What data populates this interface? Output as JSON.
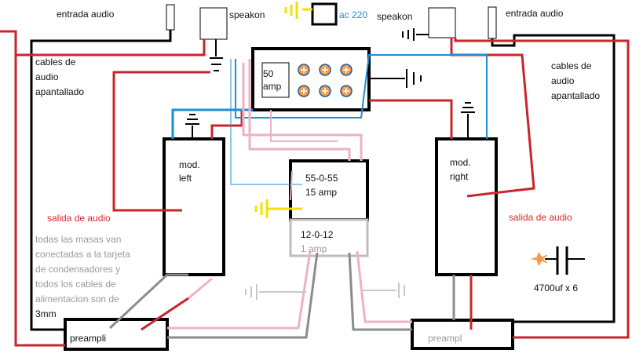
{
  "labels": {
    "entrada_left": "entrada audio",
    "entrada_right": "entrada audio",
    "speakon_left": "speakon",
    "speakon_right": "speakon",
    "ac": "ac 220",
    "cables_left": [
      "cables de",
      "audio",
      "apantallado"
    ],
    "cables_right": [
      "cables de",
      "audio",
      "apantallado"
    ],
    "bridge": [
      "50",
      "amp"
    ],
    "mod_left": [
      "mod.",
      "left"
    ],
    "mod_right": [
      "mod.",
      "right"
    ],
    "trafo_main": [
      "55-0-55",
      "15 amp"
    ],
    "trafo_small": "12-0-12",
    "trafo_small_current": "1 amp",
    "salida_left": "salida de audio",
    "salida_right": "salida de audio",
    "note": [
      "todas las masas van",
      "conectadas a la tarjeta",
      "de condensadores y",
      "todos los cables de",
      "alimentacion son de",
      "3mm"
    ],
    "preampl_left": "preampli",
    "preampl_right": "preampl",
    "caps": "4700uf x 6"
  },
  "colors": {
    "black": "#000000",
    "red": "#c8262b",
    "blue": "#1c8fd6",
    "pink": "#efb1c4",
    "gray": "#8c8c8c",
    "yellow": "#f2e100",
    "orange": "#f08a1e"
  }
}
